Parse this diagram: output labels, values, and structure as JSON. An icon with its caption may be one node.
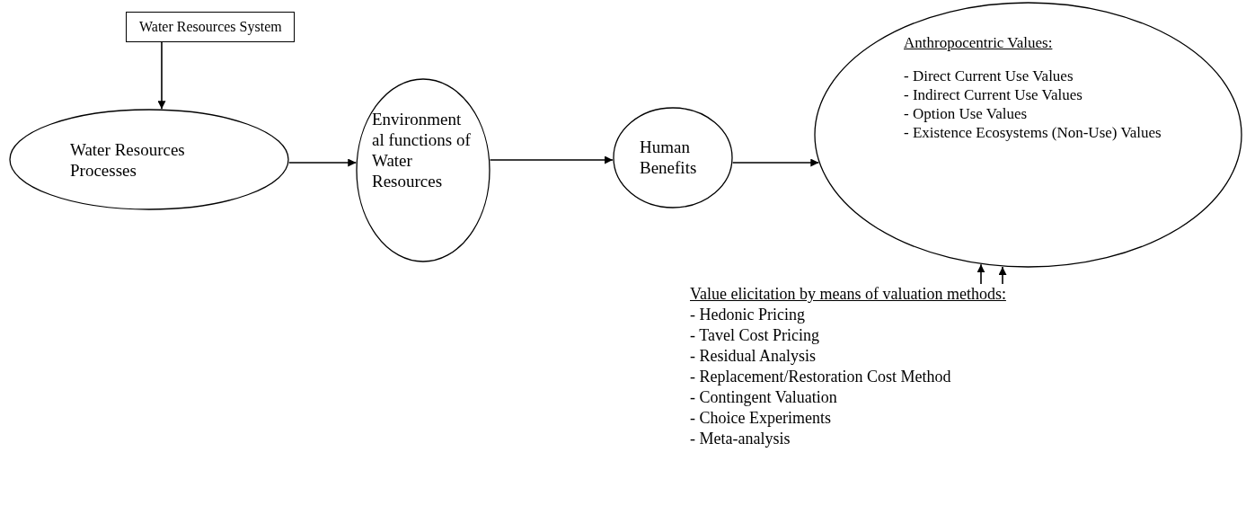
{
  "diagram": {
    "nodes": [
      {
        "text": [
          "Water Resources System"
        ]
      },
      {
        "text": [
          "Water Resources Processes"
        ]
      },
      {
        "text": [
          "Environment al functions of Water Resources"
        ]
      },
      {
        "text": [
          "Human Benefits"
        ]
      },
      {
        "text": [
          "Anthropocentric Values:",
          "- Direct Current Use Values",
          "- Indirect Current Use Values",
          "- Option Use Values",
          "- Existence Ecosystems (Non-Use) Values"
        ]
      },
      {
        "text": [
          "Value elicitation by means of valuation methods:",
          "- Hedonic Pricing",
          "- Tavel Cost Pricing",
          "- Residual Analysis",
          "- Replacement/Restoration Cost Method",
          "- Contingent Valuation",
          "- Choice Experiments",
          "- Meta-analysis"
        ]
      }
    ],
    "edges": [
      {
        "from": 0,
        "to": 1,
        "arrow": "to"
      },
      {
        "from": 1,
        "to": 2,
        "arrow": "to"
      },
      {
        "from": 2,
        "to": 3,
        "arrow": "to"
      },
      {
        "from": 3,
        "to": 4,
        "arrow": "to"
      },
      {
        "from": 5,
        "to": 4,
        "arrow": "to"
      },
      {
        "from": 5,
        "to": 4,
        "arrow": "to"
      }
    ]
  }
}
